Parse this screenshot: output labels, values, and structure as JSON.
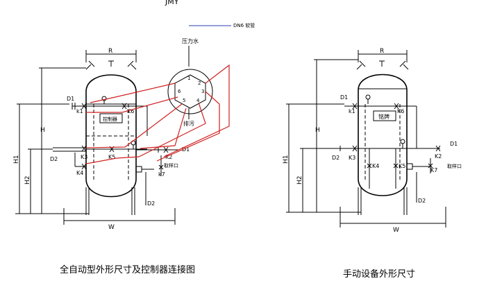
{
  "header": {
    "title_fragment": "JMY",
    "dn6_label": "DN6 软管"
  },
  "left_diagram": {
    "caption": "全自动型外形尺寸及控制器连接图",
    "labels": {
      "R": "R",
      "H": "H",
      "H1": "H1",
      "H2": "H2",
      "W": "W",
      "D1_top": "D1",
      "D1_right": "D1",
      "D2_left": "D2",
      "D2_bottom": "D2",
      "k1": "k1",
      "K6": "K6",
      "K3": "K3",
      "K5": "K5",
      "K4": "K4",
      "K2": "K2",
      "k7": "k7",
      "controller": "控制器",
      "sample_port": "取样口",
      "pressure_water": "压力水",
      "drain": "排污"
    },
    "controller_ports": [
      "1",
      "2",
      "3",
      "4",
      "5",
      "6"
    ]
  },
  "right_diagram": {
    "caption": "手动设备外形尺寸",
    "labels": {
      "R": "R",
      "H": "H",
      "H1": "H1",
      "H2": "H2",
      "W": "W",
      "D1_top": "D1",
      "D1_right": "D1",
      "D2_left": "D2",
      "D2_bottom": "D2",
      "k1": "k1",
      "K6": "K6",
      "K3": "K3",
      "K4": "K4",
      "K5": "K5",
      "K2": "K2",
      "K7": "K7",
      "nameplate": "铭牌",
      "sample_port": "取样口"
    }
  }
}
